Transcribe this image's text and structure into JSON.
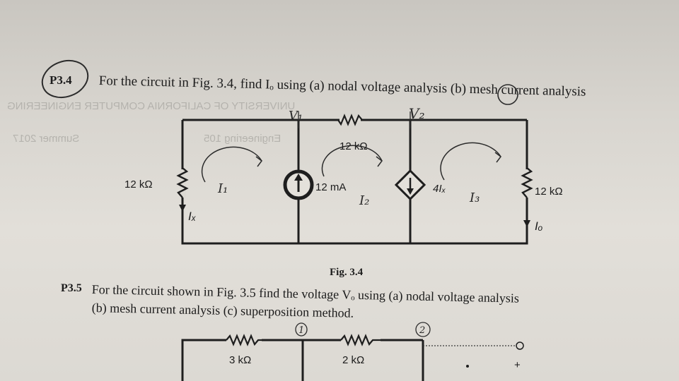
{
  "p34": {
    "number": "P3.4",
    "text": "For the circuit in Fig. 3.4, find Iₒ using (a) nodal voltage analysis (b) mesh current analysis"
  },
  "figure_34": {
    "caption": "Fig. 3.4",
    "components": {
      "r_left": "12 kΩ",
      "r_top": "12 kΩ",
      "r_right": "12 kΩ",
      "current_source": "12 mA",
      "dependent_source": "4Iₓ",
      "label_ix": "Iₓ",
      "label_io": "Iₒ"
    },
    "annotations": {
      "v1": "V₁",
      "v2": "V₂",
      "i1": "I₁",
      "i2": "I₂",
      "i3": "I₃"
    }
  },
  "p35": {
    "number": "P3.5",
    "line1": "For the circuit shown in Fig. 3.5 find the voltage Vₒ using (a) nodal voltage analysis",
    "line2": "(b) mesh current analysis (c) superposition method.",
    "components": {
      "r1": "3 kΩ",
      "r2": "2 kΩ",
      "plus": "+"
    },
    "annotations": {
      "node1": "1",
      "node2": "2"
    }
  },
  "bleed_through": {
    "line_a": "UNIVERSITY OF CALIFORNIA COMPUTER ENGINEERING",
    "line_b": "Summer 2017",
    "line_c": "Engineering 105"
  }
}
